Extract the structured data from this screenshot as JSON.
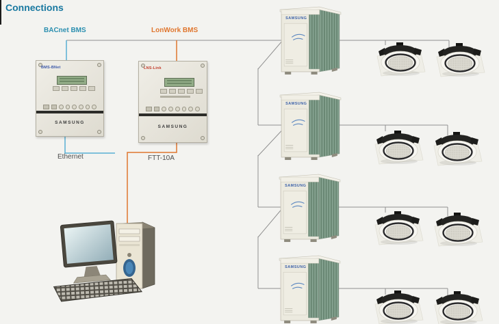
{
  "title": "Connections",
  "colors": {
    "title": "#1878a0",
    "bacnet": "#2b8fb0",
    "lonworks": "#e0762e",
    "network_line": "#8f8f8f",
    "background": "#f3f3f0"
  },
  "buses": {
    "bacnet_label": "BACnet BMS",
    "lonworks_label": "LonWork BMS"
  },
  "gateways": [
    {
      "badge": "BMS-BNet",
      "brand": "SAMSUNG",
      "cable_label": "Ethernet"
    },
    {
      "badge": "LNS-Link",
      "brand": "SAMSUNG",
      "cable_label": "FTT-10A"
    }
  ],
  "outdoor_units": {
    "brand": "SAMSUNG",
    "count": 4
  },
  "indoor_units": {
    "count": 8,
    "rows": 4,
    "per_row": 2
  }
}
